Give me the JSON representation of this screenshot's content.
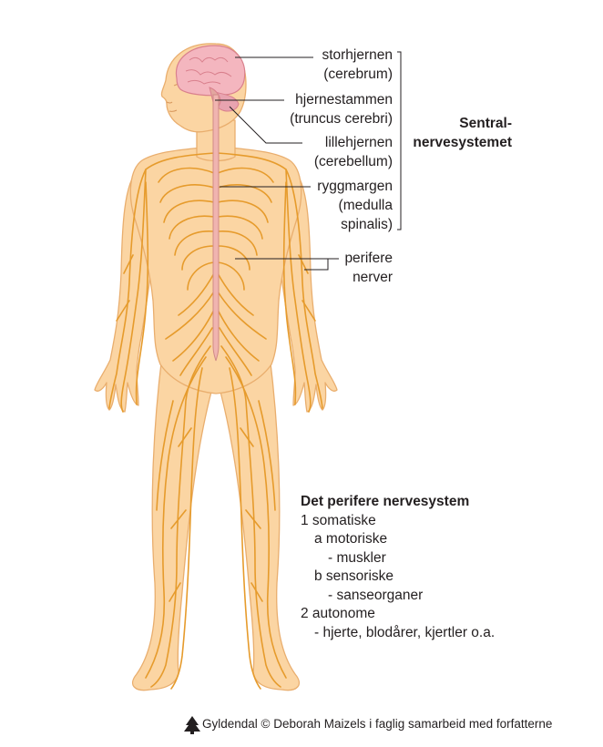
{
  "labels": {
    "cerebrum": [
      "storhjernen",
      "(cerebrum)"
    ],
    "brainstem": [
      "hjernestammen",
      "(truncus cerebri)"
    ],
    "cerebellum": [
      "lillehjernen",
      "(cerebellum)"
    ],
    "spinal_cord": [
      "ryggmargen",
      "(medulla",
      "spinalis)"
    ],
    "peripheral": [
      "perifere",
      "nerver"
    ],
    "cns": [
      "Sentral-",
      "nervesystemet"
    ]
  },
  "legend": {
    "title": "Det perifere nervesystem",
    "items": [
      "1  somatiske",
      "a  motoriske",
      "- muskler",
      "b  sensoriske",
      "- sanseorganer",
      "2  autonome",
      "- hjerte, blodårer, kjertler o.a."
    ]
  },
  "credit": "Gyldendal © Deborah Maizels i faglig samarbeid med forfatterne",
  "colors": {
    "skin": "#fbd5a3",
    "skin_edge": "#e9ae6e",
    "nerve": "#e69b2c",
    "brain": "#f4b6bf",
    "spinal_cord": "#f0b4b0"
  }
}
